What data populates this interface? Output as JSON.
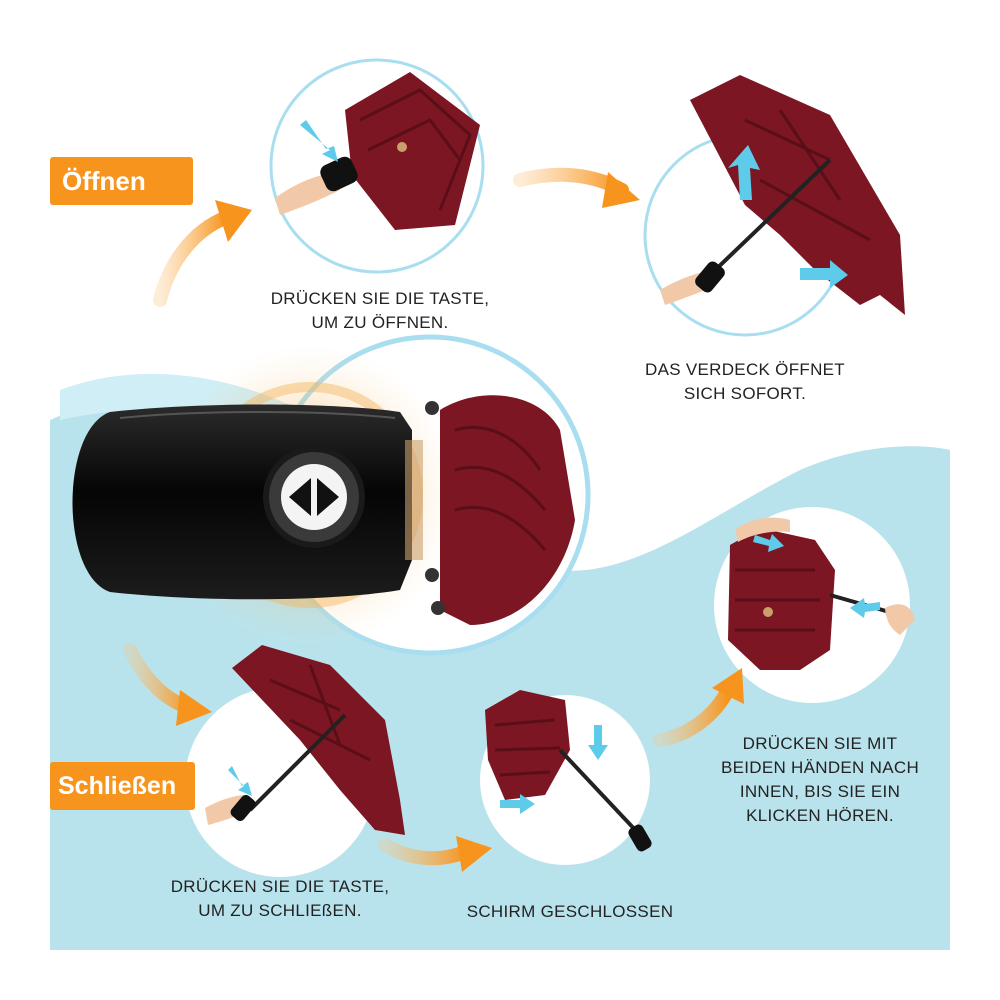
{
  "tags": {
    "open": "Öffnen",
    "close": "Schließen"
  },
  "steps": {
    "press_open": [
      "DRÜCKEN SIE DIE TASTE,",
      "UM ZU ÖFFNEN."
    ],
    "canopy_opens": [
      "DAS VERDECK ÖFFNET",
      "SICH SOFORT."
    ],
    "press_close": [
      "DRÜCKEN SIE DIE TASTE,",
      "UM ZU SCHLIEßEN."
    ],
    "closed": [
      "SCHIRM GESCHLOSSEN"
    ],
    "push_in": [
      "DRÜCKEN SIE MIT",
      "BEIDEN HÄNDEN NACH",
      "INNEN, BIS SIE EIN",
      "KLICKEN HÖREN."
    ]
  },
  "icons": {
    "button": "double-arrow-icon",
    "arrows": "curved-arrow-icon",
    "hints": "push-arrow-icon"
  },
  "colors": {
    "accent": "#f7941d",
    "water": "#b9e3ec",
    "canopy": "#7b1622",
    "handle": "#111111",
    "ring": "#8fd6ea"
  }
}
